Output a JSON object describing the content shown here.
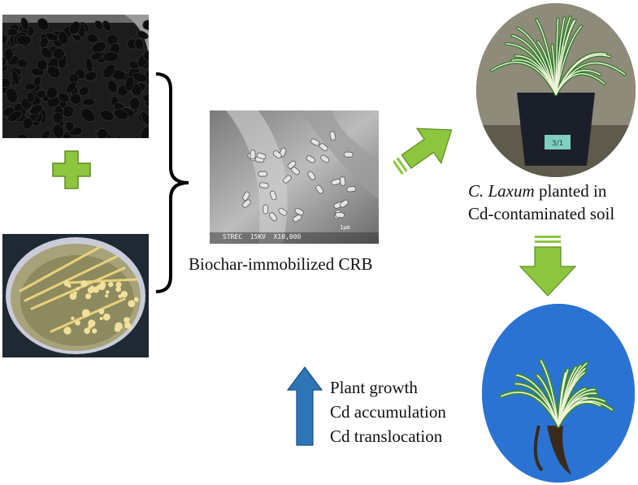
{
  "images": {
    "biochar_photo": "black biochar pellets in dish",
    "bacteria_plate": "bacterial colonies on agar plate",
    "sem_image": "SEM micrograph of bacteria on biochar",
    "potted_plant": "C. laxum plant in pot",
    "harvested_plant": "harvested plant with roots"
  },
  "sem": {
    "scale_label": "1μm",
    "info_label": "STREC  15KV  X10,000"
  },
  "labels": {
    "biochar_crb": "Biochar-immobilized CRB",
    "planted_species": "C. Laxum",
    "planted_rest": " planted in",
    "planted_line2": "Cd-contaminated soil",
    "pot_tag": "3/1"
  },
  "outcomes": [
    "Plant growth",
    "Cd accumulation",
    "Cd translocation"
  ],
  "colors": {
    "green_arrow": "#8cc63f",
    "blue_arrow": "#2e75b6",
    "bracket": "#000000"
  }
}
